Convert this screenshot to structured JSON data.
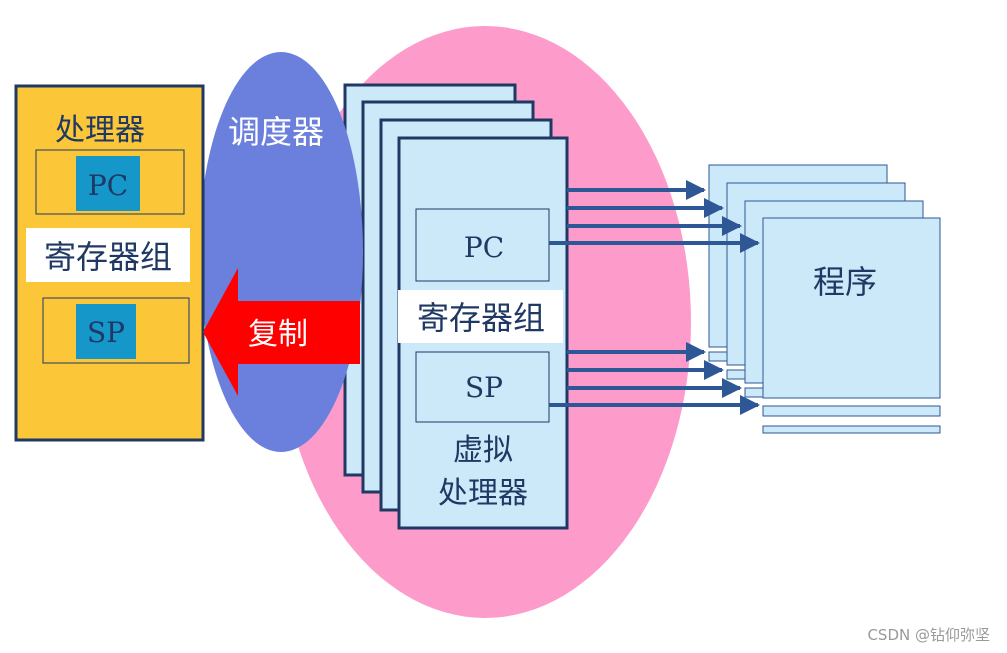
{
  "labels": {
    "processor_title": "处理器",
    "processor_pc": "PC",
    "processor_regs": "寄存器组",
    "processor_sp": "SP",
    "scheduler": "调度器",
    "copy": "复制",
    "vp_pc": "PC",
    "vp_regs": "寄存器组",
    "vp_sp": "SP",
    "vp_label_line1": "虚拟",
    "vp_label_line2": "处理器",
    "program": "程序",
    "watermark": "CSDN @钻仰弥坚"
  },
  "colors": {
    "processor_fill": "#fbc738",
    "processor_border": "#1f3864",
    "register_teal": "#1597c9",
    "scheduler_blue": "#6b7fdd",
    "pink_ellipse": "#fd9bcb",
    "vp_fill": "#cce9f9",
    "vp_border": "#1f3864",
    "arrow_blue": "#2e5796",
    "copy_red": "#ff0000",
    "text_dark": "#1f3864",
    "text_white": "#ffffff"
  }
}
